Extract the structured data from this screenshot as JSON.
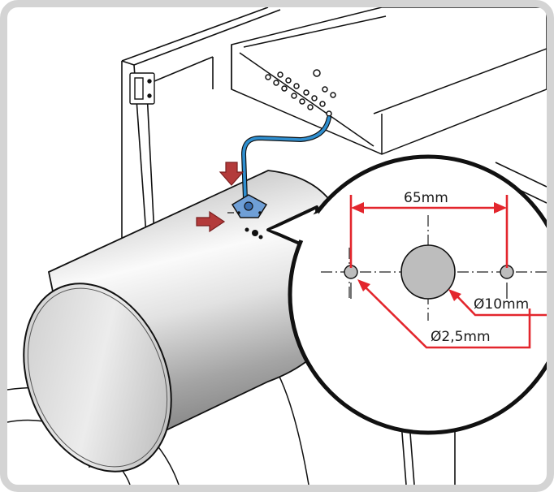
{
  "labels": {
    "spacing": "65mm",
    "large_hole": "Ø10mm",
    "small_hole": "Ø2,5mm"
  },
  "colors": {
    "dimension_line": "#e3262d",
    "arrow": "#b33a3a",
    "hose": "#2f8fd0",
    "bracket": "#6f9fd6",
    "outline": "#111111",
    "duct_light": "#f2f2f2",
    "duct_dark": "#8d8d8d",
    "hole_fill": "#bdbdbd",
    "frame": "#d4d4d4"
  },
  "icons": {
    "push_arrow": "arrow-icon"
  }
}
